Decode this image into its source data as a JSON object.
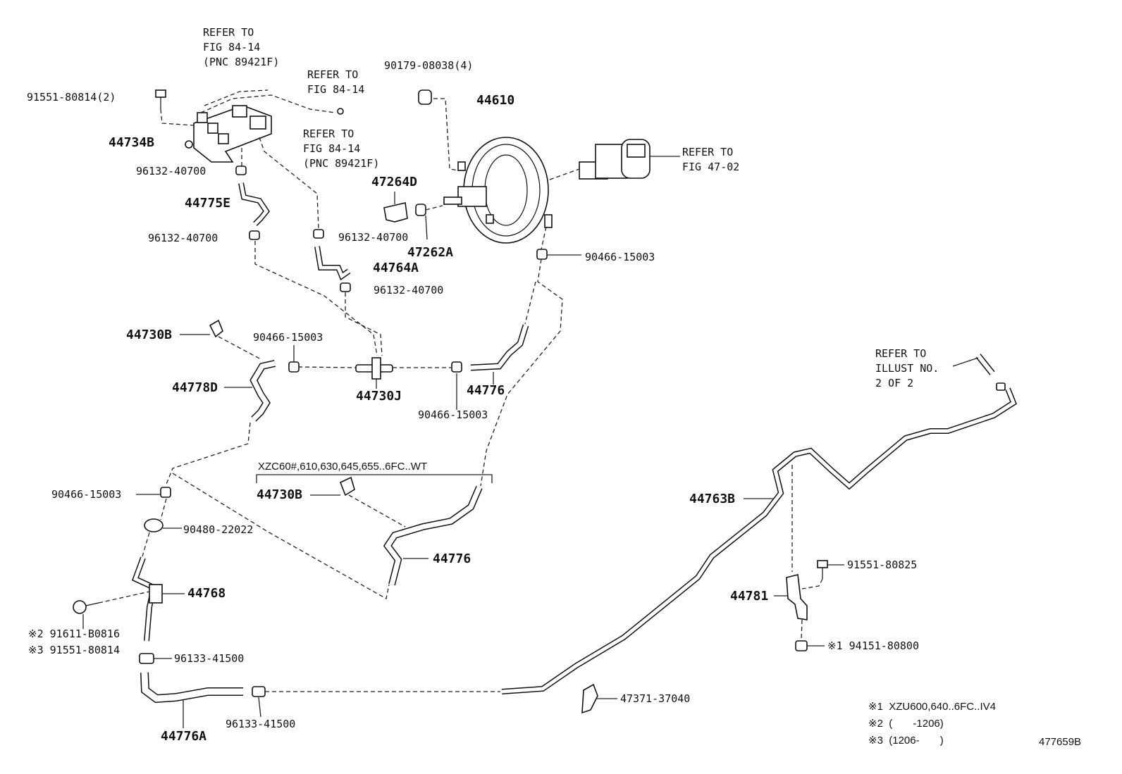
{
  "diagram": {
    "refs": {
      "ref_8414_top": "REFER TO\nFIG 84-14\n(PNC 89421F)",
      "ref_8414_mid": "REFER TO\nFIG 84-14",
      "ref_8414_low": "REFER TO\nFIG 84-14\n(PNC 89421F)",
      "ref_4702": "REFER TO\nFIG 47-02",
      "ref_illust": "REFER TO\nILLUST NO.\n2 OF 2"
    },
    "parts": {
      "p_91551_80814_2": "91551-80814(2)",
      "p_44734B": "44734B",
      "p_96132_a": "96132-40700",
      "p_44775E": "44775E",
      "p_96132_b": "96132-40700",
      "p_90179": "90179-08038(4)",
      "p_44610": "44610",
      "p_47264D": "47264D",
      "p_96132_c": "96132-40700",
      "p_47262A": "47262A",
      "p_44764A": "44764A",
      "p_96132_d": "96132-40700",
      "p_90466_a": "90466-15003",
      "p_44730B_a": "44730B",
      "p_90466_b": "90466-15003",
      "p_44778D": "44778D",
      "p_44730J": "44730J",
      "p_44776_a": "44776",
      "p_90466_c": "90466-15003",
      "p_90466_d": "90466-15003",
      "p_44730B_b": "44730B",
      "p_44776_b": "44776",
      "p_90480": "90480-22022",
      "p_44768": "44768",
      "p_91611": "※2 91611-B0816",
      "p_91551_80814": "※3 91551-80814",
      "p_96133_a": "96133-41500",
      "p_96133_b": "96133-41500",
      "p_44776A": "44776A",
      "p_47371": "47371-37040",
      "p_44763B": "44763B",
      "p_91551_80825": "91551-80825",
      "p_44781": "44781",
      "p_94151": "※1  94151-80800"
    },
    "condition_label": "XZC60#,610,630,645,655..6FC..WT",
    "notes": {
      "n1": "※1  XZU600,640..6FC..IV4",
      "n2": "※2  (       -1206)",
      "n3": "※3  (1206-       )"
    },
    "illustration_id": "477659B"
  }
}
